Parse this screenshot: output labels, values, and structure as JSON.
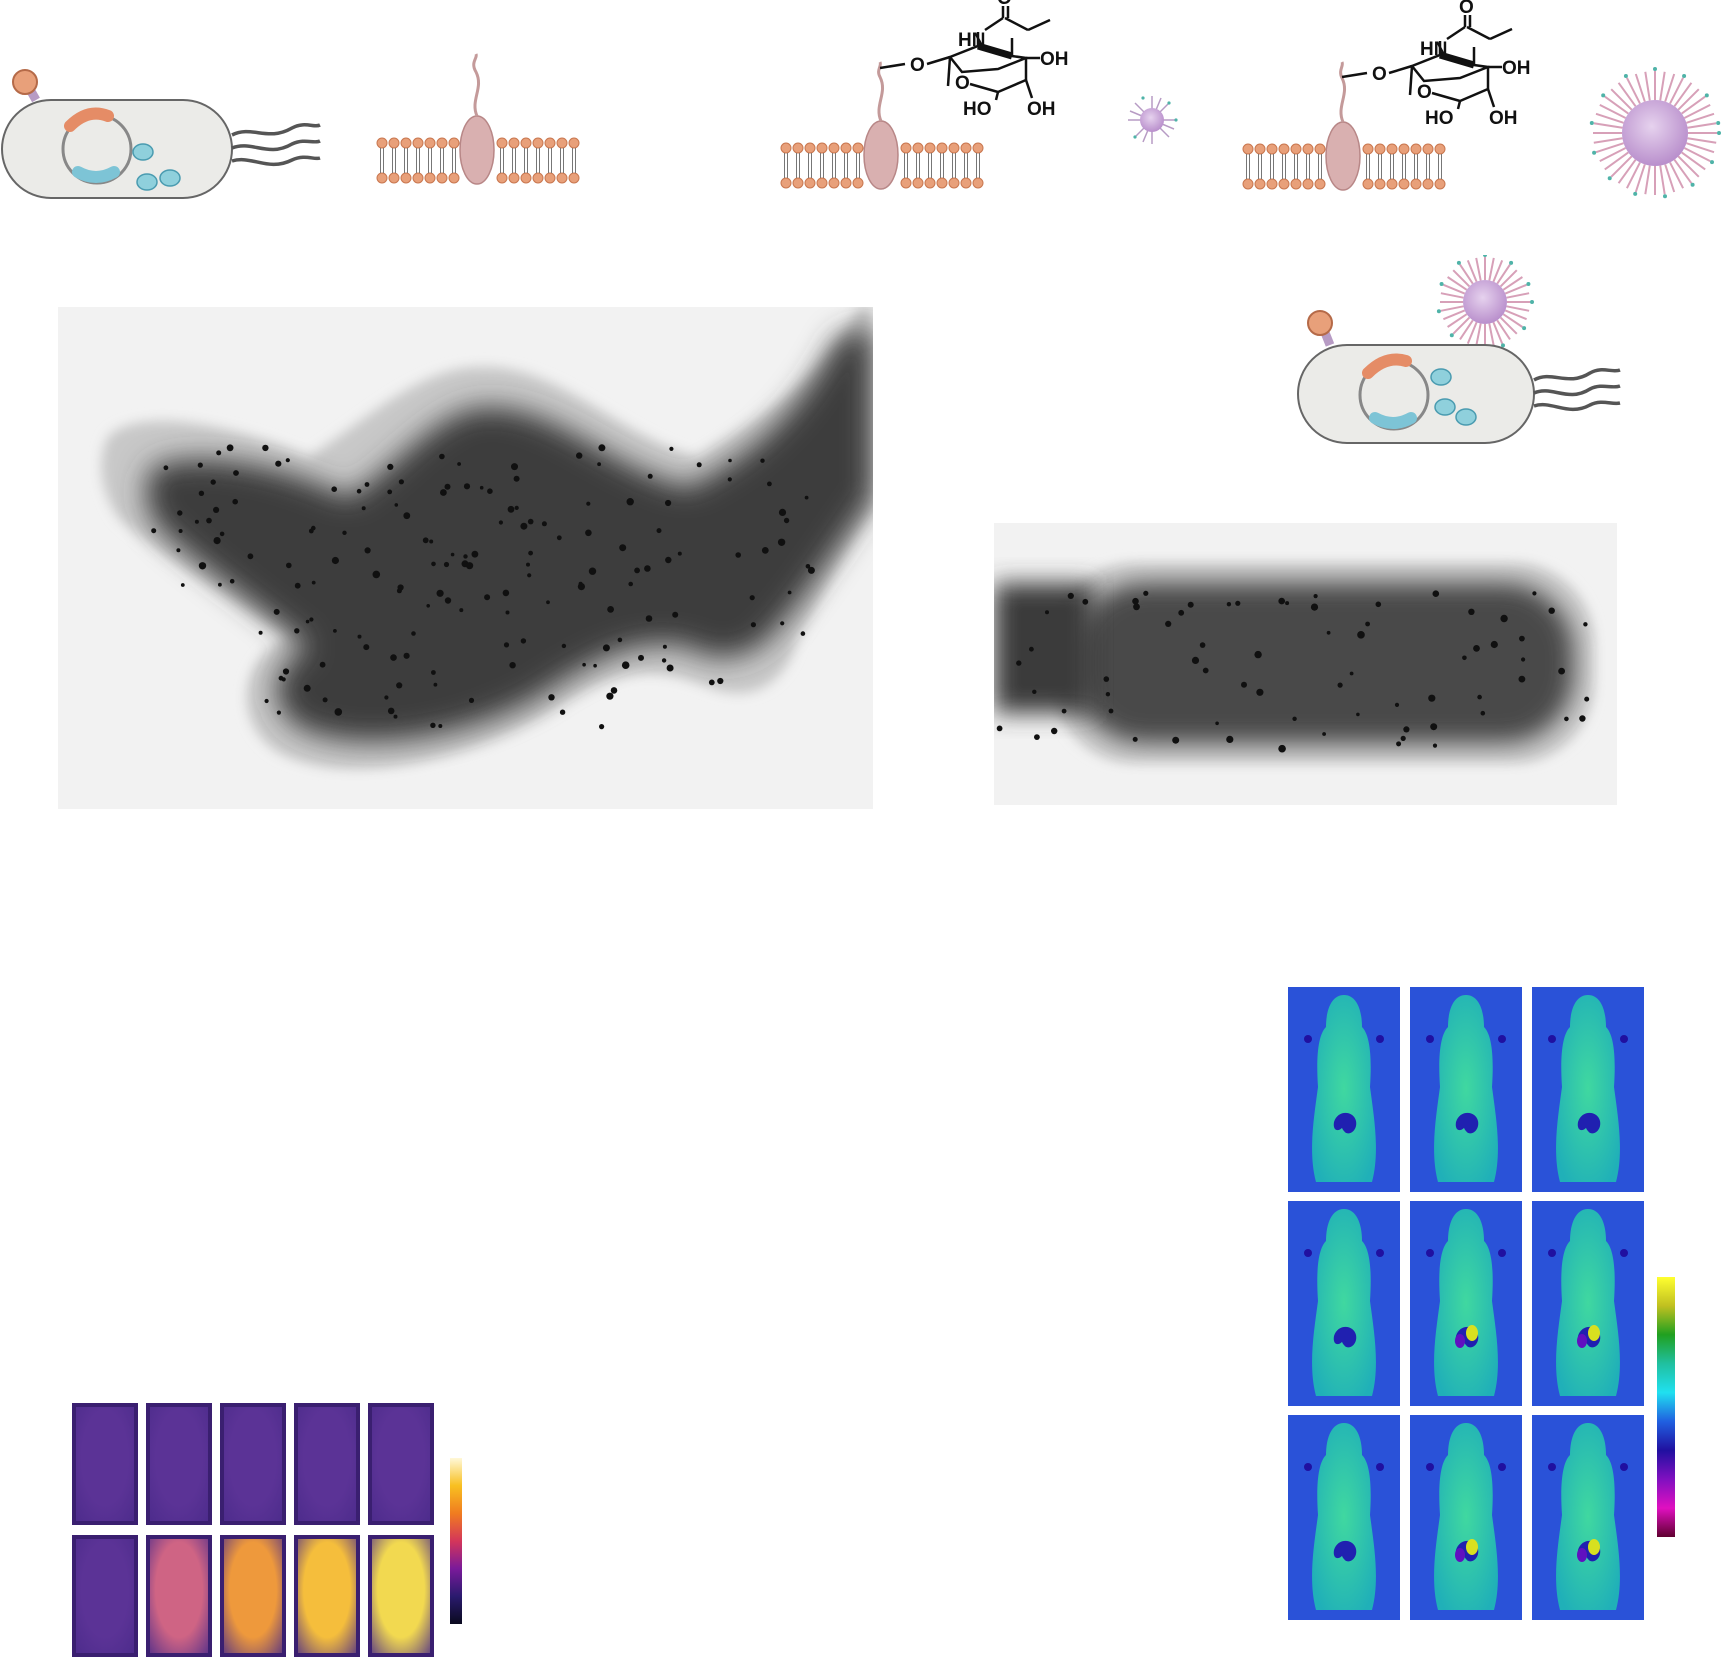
{
  "figure": {
    "chem1": {
      "nh": "HN",
      "o_carbonyl": "O",
      "o_ring": "O",
      "o_link": "O",
      "oh_right": "OH",
      "ho_bottom": "HO",
      "oh_bottom": "OH"
    },
    "chem2": {
      "nh": "HN",
      "o_carbonyl": "O",
      "o_ring": "O",
      "o_link": "O",
      "oh_right": "OH",
      "ho_bottom": "HO",
      "oh_bottom": "OH"
    },
    "thermal_grid": {
      "rows": 2,
      "cols": 5,
      "intensity": [
        [
          0.05,
          0.05,
          0.05,
          0.05,
          0.05
        ],
        [
          0.05,
          0.45,
          0.7,
          0.85,
          0.95
        ]
      ]
    },
    "mouse_grid": {
      "rows": 3,
      "cols": 3,
      "hotspot": [
        [
          0,
          0,
          0
        ],
        [
          0,
          1,
          1
        ],
        [
          0,
          1,
          1
        ]
      ]
    },
    "colors": {
      "bacterium_fill": "#ebebe8",
      "lipid_head": "#e8a07a",
      "protein": "#d9b0b0",
      "nanoparticle": "#c9a4d6",
      "plasmid_orange": "#e58c66",
      "plasmid_blue": "#7dc4d6"
    }
  }
}
